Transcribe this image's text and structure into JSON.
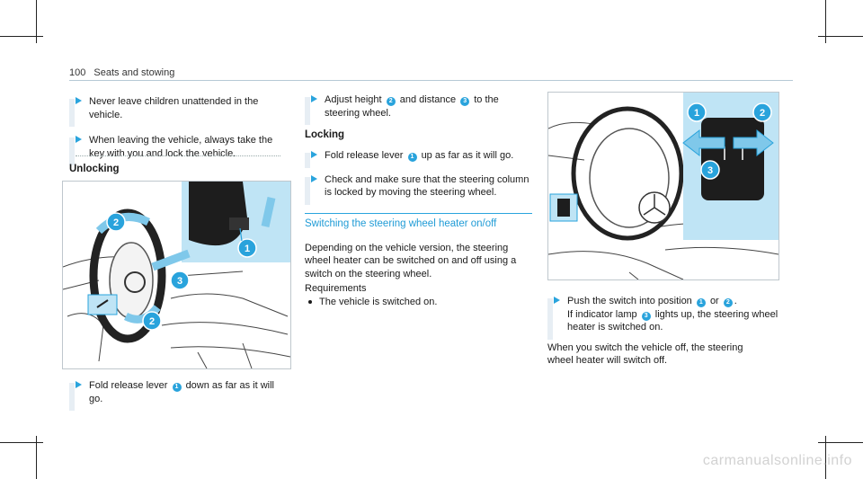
{
  "header": {
    "page_number": "100",
    "section": "Seats and stowing"
  },
  "left_column": {
    "bullets": [
      "Never leave children unattended in the vehicle.",
      "When leaving the vehicle, always take the key with you and lock the vehicle."
    ],
    "heading": "Unlocking",
    "figure_callouts": [
      "1",
      "2",
      "3",
      "2"
    ],
    "after_figure": {
      "pre": "Fold release lever",
      "ref": "1",
      "post": "down as far as it will go."
    }
  },
  "middle_column": {
    "bullet1": {
      "pre": "Adjust height",
      "ref1": "2",
      "mid": "and distance",
      "ref2": "3",
      "post": "to the steering wheel."
    },
    "heading": "Locking",
    "bullet2": {
      "pre": "Fold release lever",
      "ref": "1",
      "post": "up as far as it will go."
    },
    "bullet3": "Check and make sure that the steering column is locked by moving the steering wheel.",
    "section_heading": "Switching the steering wheel heater on/off",
    "body": "Depending on the vehicle version, the steering wheel heater can be switched on and off using a switch on the steering wheel.",
    "requirements_label": "Requirements",
    "requirement_item": "The vehicle is switched on."
  },
  "right_column": {
    "figure_callouts": [
      "1",
      "2",
      "3"
    ],
    "bullet": {
      "pre": "Push the switch into position",
      "ref1": "1",
      "or": "or",
      "ref2": "2",
      "line2_pre": "If indicator lamp",
      "ref3": "3",
      "line2_post": "lights up, the steering wheel heater is switched on."
    },
    "note": "When you switch the vehicle off, the steering wheel heater will switch off."
  },
  "watermark": "carmanualsonline.info",
  "colors": {
    "accent": "#29a3dc",
    "bar": "#e7eef4",
    "text": "#1a1a1a"
  }
}
